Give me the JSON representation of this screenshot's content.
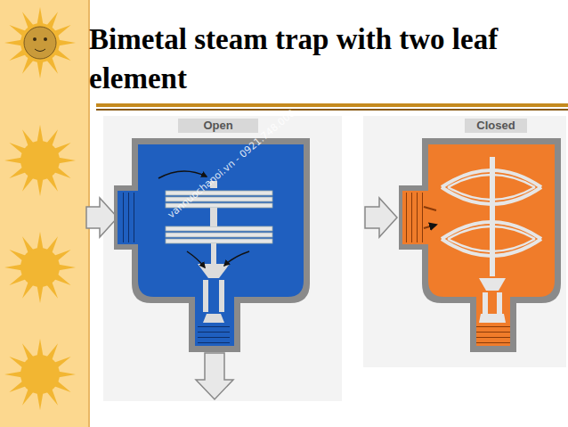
{
  "diagram": {
    "title": "Bimetal steam trap with two leaf element",
    "labels": [
      "Open",
      "Closed",
      "vannuochanoi.vn - 0921.748.000"
    ]
  }
}
